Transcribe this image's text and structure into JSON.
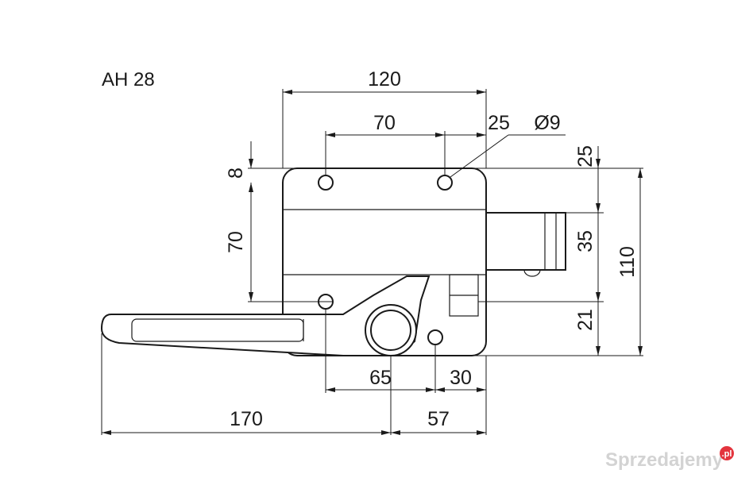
{
  "title": "AH 28",
  "dimensions": {
    "overall_width": "120",
    "hole_spacing_h": "70",
    "edge_offset": "25",
    "hole_diameter": "Ø9",
    "top_offset_left": "8",
    "hole_spacing_v": "70",
    "right_top": "25",
    "right_middle": "35",
    "right_lower": "21",
    "overall_height": "110",
    "hole_to_pin": "65",
    "pin_to_edge": "30",
    "lever_length": "170",
    "lever_to_edge": "57"
  },
  "watermark": {
    "text": "Sprzedajemy",
    "suffix": ".pl",
    "color": "#d3d3d3",
    "accent": "#e3343d"
  }
}
